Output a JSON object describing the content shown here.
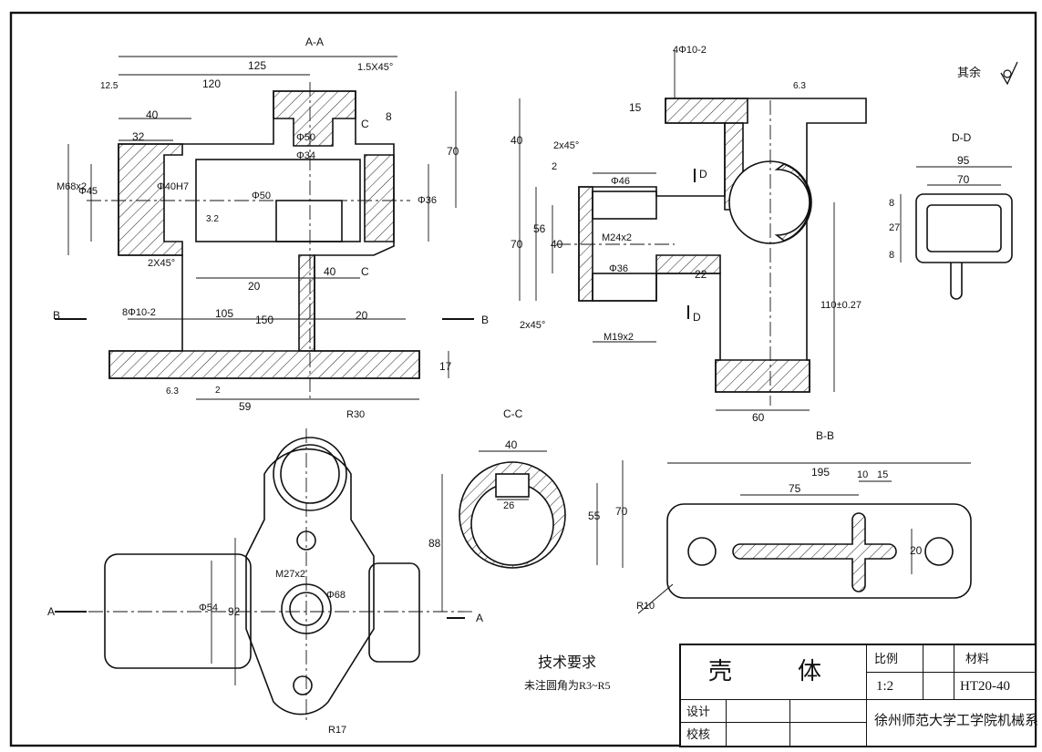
{
  "views": {
    "aa": "A-A",
    "bb": "B-B",
    "cc": "C-C",
    "dd": "D-D"
  },
  "roughness": {
    "rest_label": "其余",
    "r63": "6.3",
    "r125": "12.5",
    "r32": "3.2"
  },
  "dims_aa": {
    "d125": "125",
    "d120": "120",
    "d40": "40",
    "d32": "32",
    "chamfer15": "1.5X45°",
    "d8": "8",
    "d70": "70",
    "m68": "M68x2",
    "d45": "Φ45",
    "d40h": "Φ40H7",
    "d50": "Φ50",
    "d36": "Φ36",
    "d50b": "Φ50",
    "d34": "Φ34",
    "d20": "20",
    "d40b": "40",
    "c_mark": "C",
    "chamfer2": "2X45°",
    "b_label": "B",
    "hole_b": "8Φ10-2",
    "d105": "105",
    "d150": "150",
    "d20b": "20",
    "d17": "17",
    "d59": "59",
    "d2": "2",
    "d63": "6.3"
  },
  "dims_side": {
    "holes": "4Φ10-2",
    "d15": "15",
    "d40": "40",
    "d2x45": "2x45°",
    "d2": "2",
    "d46": "Φ46",
    "d56": "56",
    "d70": "70",
    "d40b": "40",
    "m24": "M24x2",
    "d36": "Φ36",
    "d22": "22",
    "d110": "110±0.27",
    "d60": "60",
    "d_mark": "D",
    "chamfer2": "2x45°",
    "m19": "M19x2"
  },
  "dims_dd": {
    "d95": "95",
    "d70": "70",
    "d8": "8",
    "d27": "27",
    "d8b": "8"
  },
  "dims_top": {
    "r30": "R30",
    "m27": "M27x2",
    "d68": "Φ68",
    "d88": "88",
    "d92": "92",
    "d54": "Φ54",
    "a_label": "A",
    "r17": "R17"
  },
  "dims_cc": {
    "d40": "40",
    "d26": "26",
    "d55": "55",
    "d70": "70"
  },
  "dims_bb": {
    "d195": "195",
    "d10": "10",
    "d15": "15",
    "d75": "75",
    "d20": "20",
    "r10": "R10"
  },
  "notes": {
    "heading": "技术要求",
    "line1": "未注圆角为R3~R5"
  },
  "title_block": {
    "part_name_1": "壳",
    "part_name_2": "体",
    "scale_label": "比例",
    "scale_value": "1:2",
    "material_label": "材料",
    "material_value": "HT20-40",
    "design_label": "设计",
    "check_label": "校核",
    "school": "徐州师范大学工学院机械系"
  }
}
